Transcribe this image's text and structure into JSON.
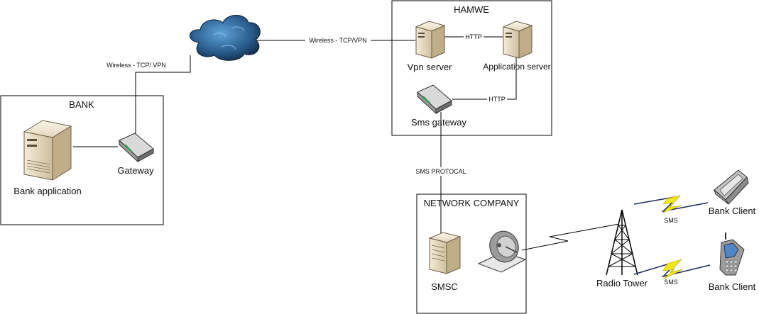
{
  "boxes": {
    "bank": "BANK",
    "hamwe": "HAMWE",
    "network": "NETWORK COMPANY"
  },
  "nodes": {
    "bank_app": "Bank application",
    "gateway": "Gateway",
    "vpn_server": "Vpn server",
    "app_server": "Application server",
    "sms_gateway": "Sms gateway",
    "smsc": "SMSC",
    "radio_tower": "Radio Tower",
    "client1": "Bank Client",
    "client2": "Bank Client"
  },
  "links": {
    "gw_cloud": "Wireless - TCP/ VPN",
    "cloud_vpn": "Wireless - TCP/VPN",
    "vpn_app": "HTTP",
    "app_sms": "HTTP",
    "sms_smsc": "SMS PROTOCAL",
    "sms1": "SMS",
    "sms2": "SMS"
  }
}
